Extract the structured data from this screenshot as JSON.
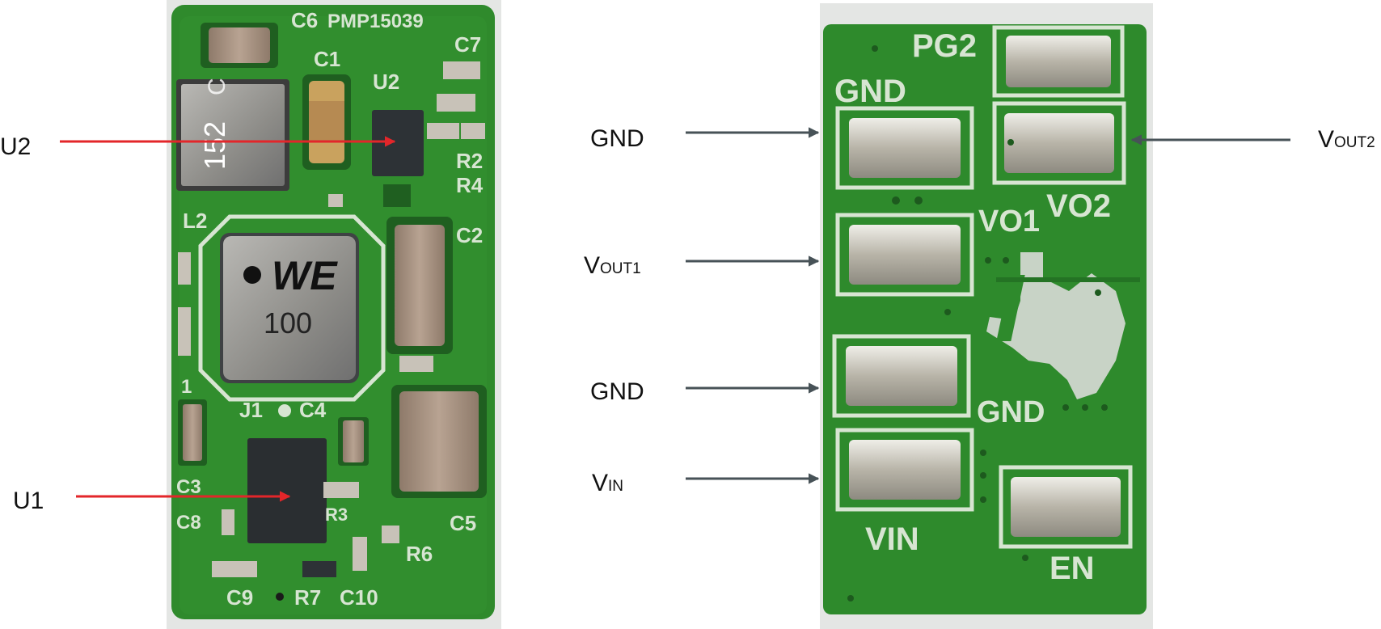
{
  "colors": {
    "board": "#2f8a2c",
    "board_dark": "#216a22",
    "silk": "#d7e5d2",
    "pad": "#c9c6bd",
    "arrow_red": "#e3262a",
    "arrow_gray": "#475257",
    "photo_bg": "#e4e6e4"
  },
  "left_callouts": [
    {
      "text": "U2"
    },
    {
      "text": "U1"
    }
  ],
  "right_callouts": [
    {
      "main": "GND",
      "sub": ""
    },
    {
      "main": "V",
      "sub": "OUT1"
    },
    {
      "main": "GND",
      "sub": ""
    },
    {
      "main": "V",
      "sub": "IN"
    },
    {
      "main": "V",
      "sub": "OUT2"
    }
  ],
  "top_board": {
    "title": "PMP15039",
    "labels": [
      "C6",
      "C1",
      "C7",
      "U2",
      "R2",
      "R4",
      "L2",
      "C2",
      "1",
      "J1",
      "C4",
      "C3",
      "C8",
      "R3",
      "C5",
      "R6",
      "C9",
      "R7",
      "C10"
    ],
    "inductor_big": "WE",
    "inductor_value": "100",
    "inductor_small": "152"
  },
  "bottom_board": {
    "labels": [
      "PG2",
      "GND",
      "VO1",
      "VO2",
      "GND",
      "VIN",
      "EN"
    ]
  }
}
